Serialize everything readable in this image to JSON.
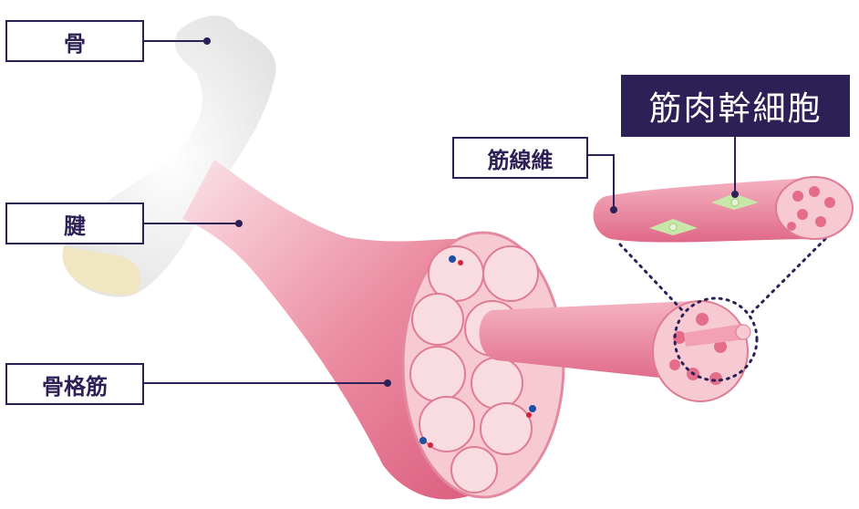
{
  "labels": {
    "bone": "骨",
    "tendon": "腱",
    "skeletal_muscle": "骨格筋",
    "muscle_fiber": "筋線維",
    "muscle_stem_cell": "筋肉幹細胞"
  },
  "colors": {
    "label_border": "#2d2056",
    "muscle": "#e5738f",
    "muscle_light": "#f6c3cf",
    "stem_cell": "#c8e6a8",
    "bone": "#eeeeee"
  }
}
